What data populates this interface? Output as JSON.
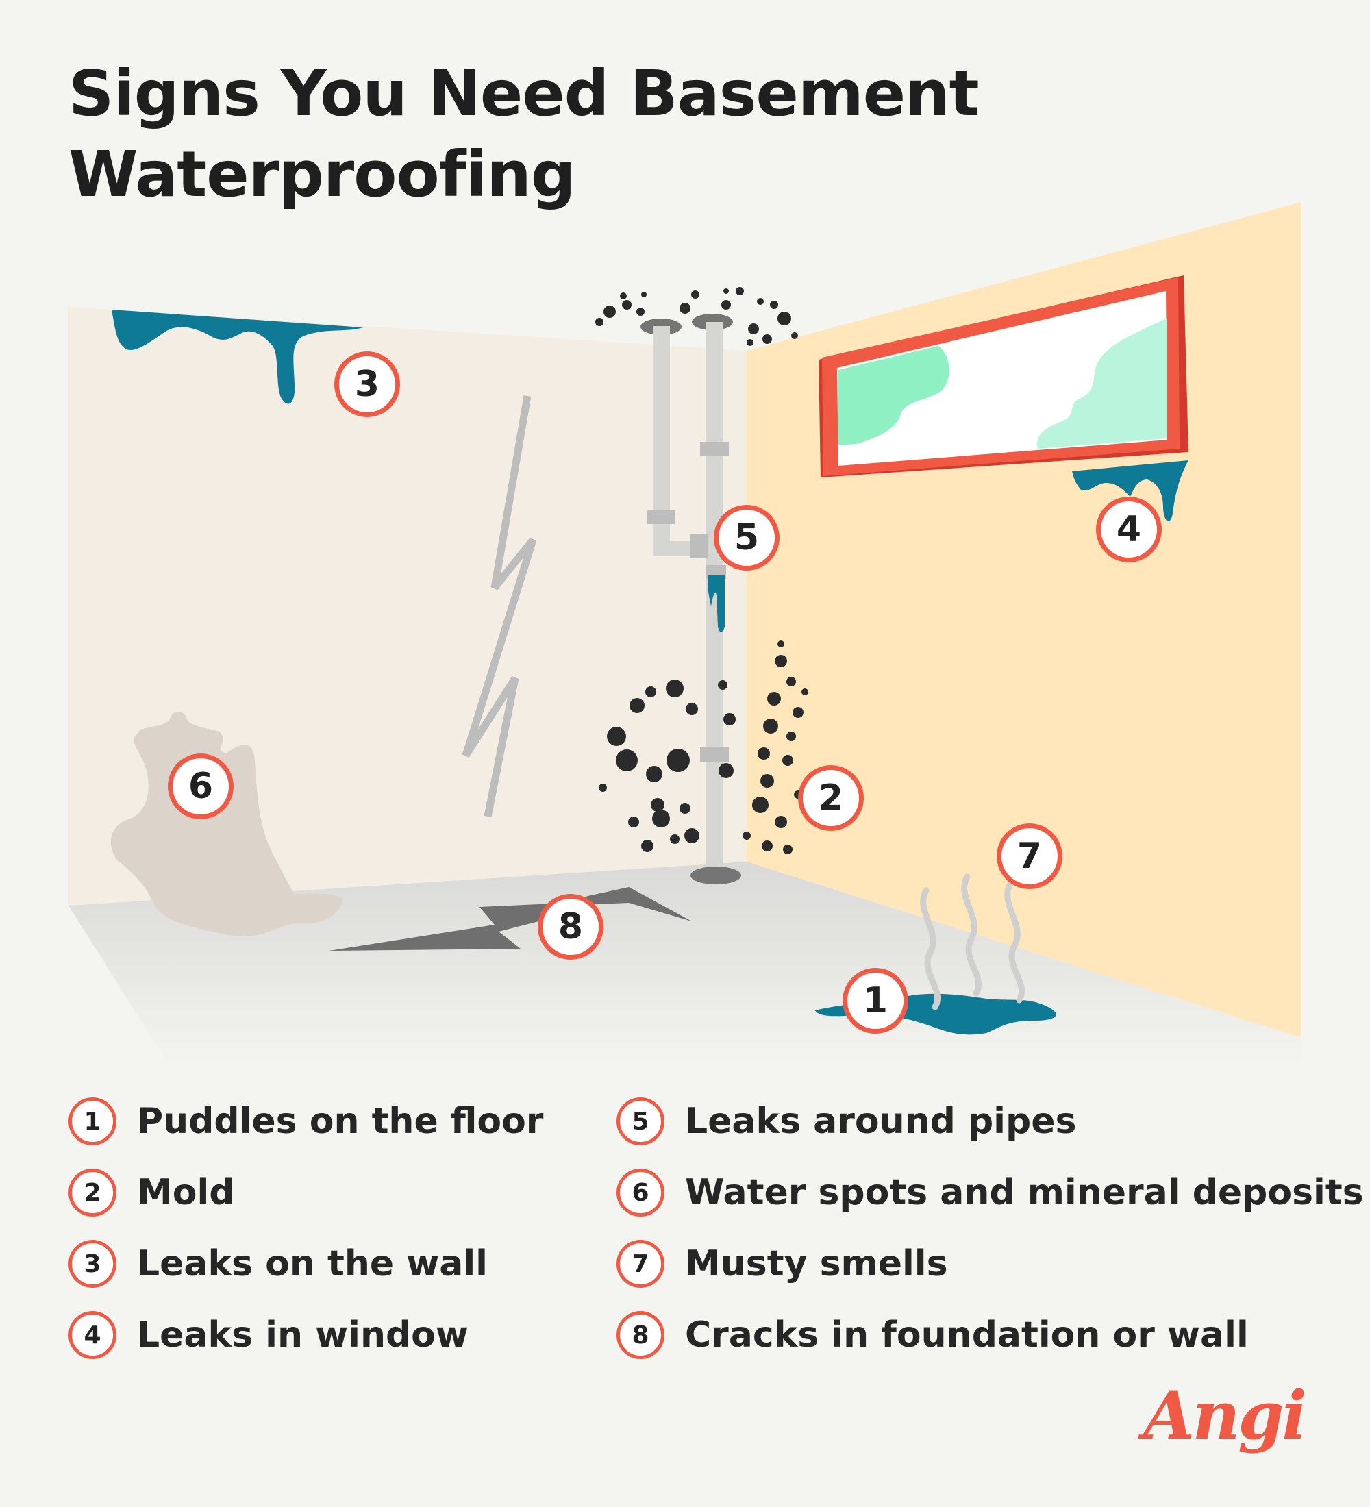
{
  "title": {
    "line1": "Signs You Need Basement",
    "line2": "Waterproofing"
  },
  "colors": {
    "accent": "#f05a45",
    "water": "#0f7a96",
    "left_wall": "#f4ede3",
    "right_wall": "#ffe6bb",
    "floor": "#e2e2e0",
    "mold": "#2b2b2b",
    "pipe": "#d5d5d2"
  },
  "callouts": [
    "1",
    "2",
    "3",
    "4",
    "5",
    "6",
    "7",
    "8"
  ],
  "legend": [
    {
      "number": "1",
      "label": "Puddles on the floor"
    },
    {
      "number": "2",
      "label": "Mold"
    },
    {
      "number": "3",
      "label": "Leaks on the wall"
    },
    {
      "number": "4",
      "label": "Leaks in window"
    },
    {
      "number": "5",
      "label": "Leaks around pipes"
    },
    {
      "number": "6",
      "label": "Water spots and mineral deposits"
    },
    {
      "number": "7",
      "label": "Musty smells"
    },
    {
      "number": "8",
      "label": "Cracks in foundation or wall"
    }
  ],
  "logo": "Angi"
}
